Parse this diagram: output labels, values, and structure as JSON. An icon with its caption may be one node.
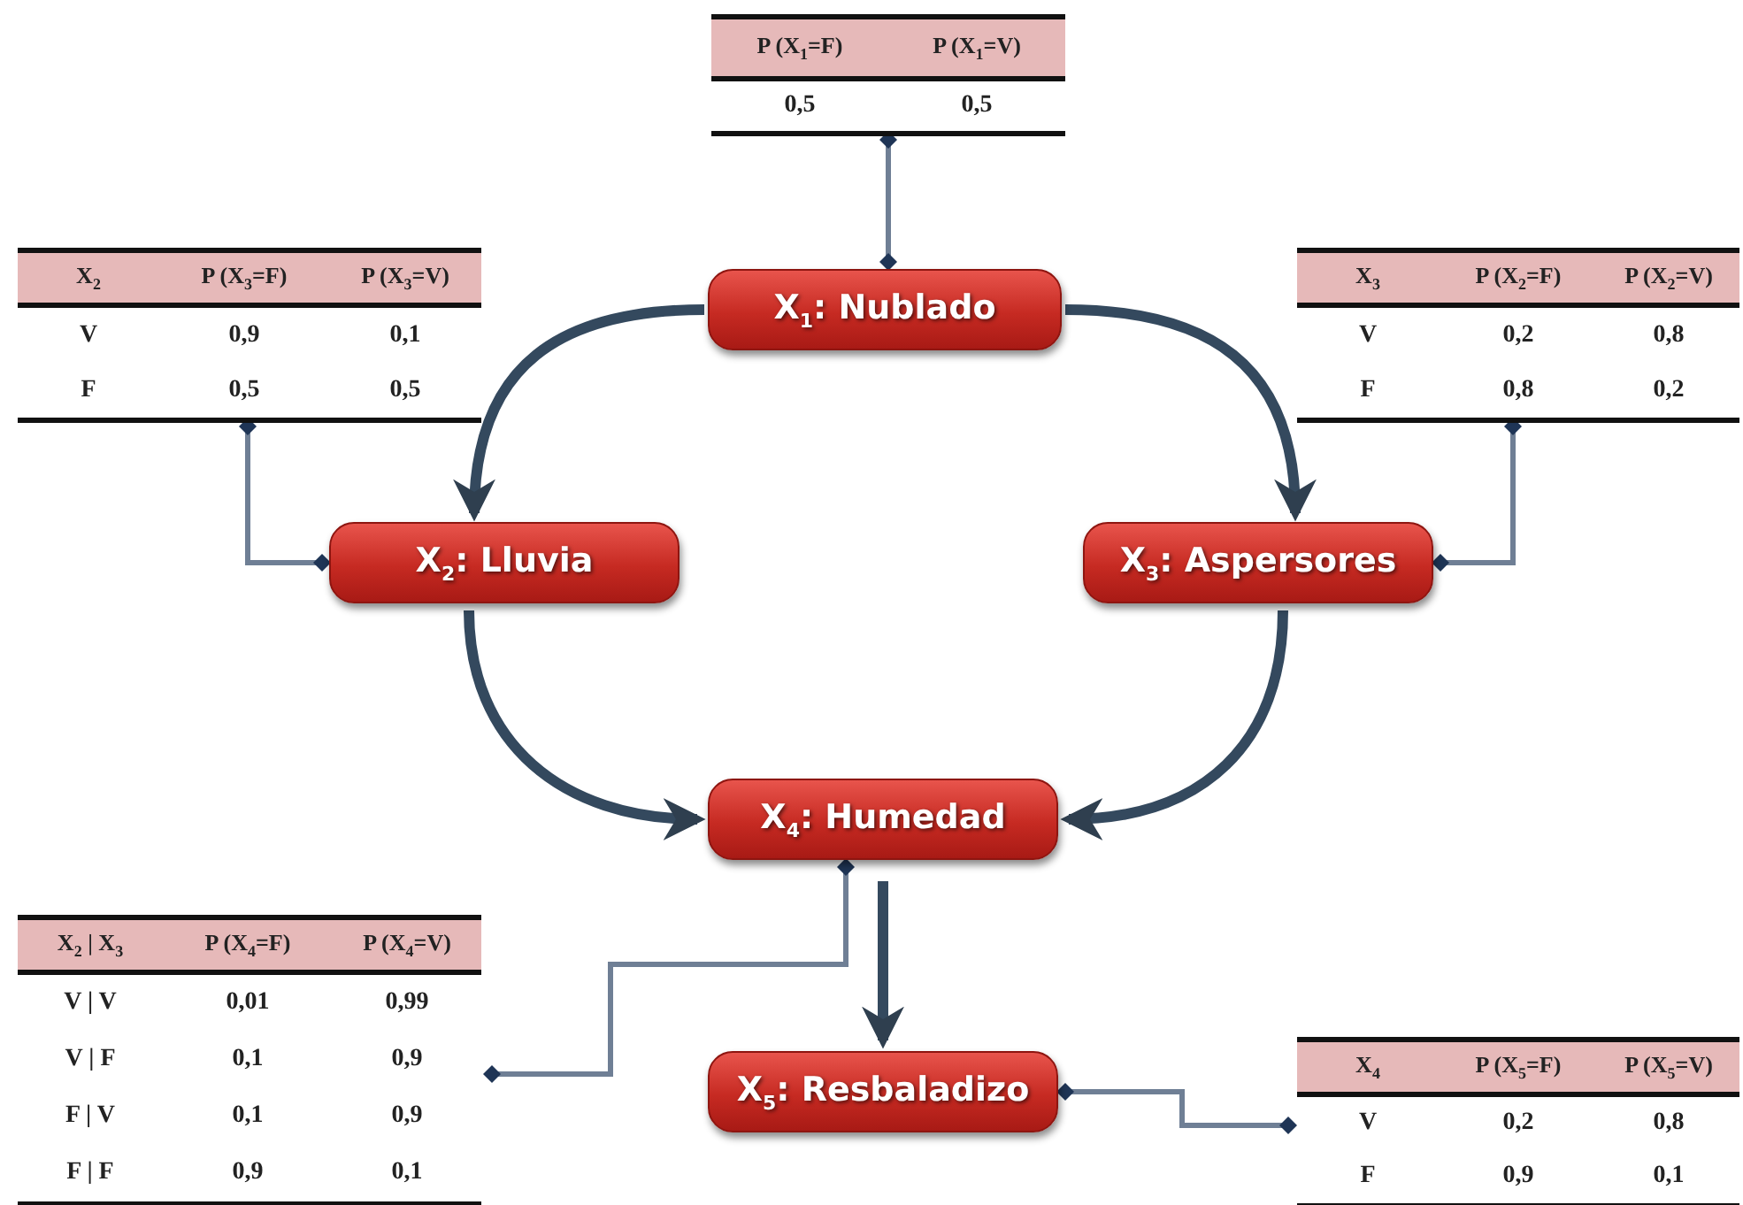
{
  "diagram": {
    "nodes": [
      {
        "text": [
          "X$_{1}$: Nublado"
        ]
      },
      {
        "text": [
          "X$_{2}$: Lluvia"
        ]
      },
      {
        "text": [
          "X$_{3}$: Aspersores"
        ]
      },
      {
        "text": [
          "X$_{4}$: Humedad"
        ]
      },
      {
        "text": [
          "X$_{5}$: Resbaladizo"
        ]
      },
      {
        "text": [
          "P (X$_{1}$=F)",
          "P (X$_{1}$=V)",
          "0,5",
          "0,5"
        ]
      },
      {
        "text": [
          "X$_{2}$",
          "P (X$_{3}$=F)",
          "P (X$_{3}$=V)",
          "V",
          "0,9",
          "0,1",
          "F",
          "0,5",
          "0,5"
        ]
      },
      {
        "text": [
          "X$_{3}$",
          "P (X$_{2}$=F)",
          "P (X$_{2}$=V)",
          "V",
          "0,2",
          "0,8",
          "F",
          "0,8",
          "0,2"
        ]
      },
      {
        "text": [
          "X$_{2}$ | X$_{3}$",
          "P (X$_{4}$=F)",
          "P (X$_{4}$=V)",
          "V | V",
          "0,01",
          "0,99",
          "V | F",
          "0,1",
          "0,9",
          "F | V",
          "0,1",
          "0,9",
          "F | F",
          "0,9",
          "0,1"
        ]
      },
      {
        "text": [
          "X$_{4}$",
          "P (X$_{5}$=F)",
          "P (X$_{5}$=V)",
          "V",
          "0,2",
          "0,8",
          "F",
          "0,9",
          "0,1"
        ]
      }
    ],
    "edges": [
      {
        "from": 0,
        "to": 1,
        "arrow": "to",
        "style": "thick"
      },
      {
        "from": 0,
        "to": 2,
        "arrow": "to",
        "style": "thick"
      },
      {
        "from": 1,
        "to": 3,
        "arrow": "to",
        "style": "thick"
      },
      {
        "from": 2,
        "to": 3,
        "arrow": "to",
        "style": "thick"
      },
      {
        "from": 3,
        "to": 4,
        "arrow": "to",
        "style": "thick"
      },
      {
        "from": 5,
        "to": 0,
        "arrow": "other"
      },
      {
        "from": 6,
        "to": 1,
        "arrow": "other"
      },
      {
        "from": 7,
        "to": 2,
        "arrow": "other"
      },
      {
        "from": 8,
        "to": 3,
        "arrow": "other"
      },
      {
        "from": 9,
        "to": 4,
        "arrow": "other"
      }
    ]
  }
}
